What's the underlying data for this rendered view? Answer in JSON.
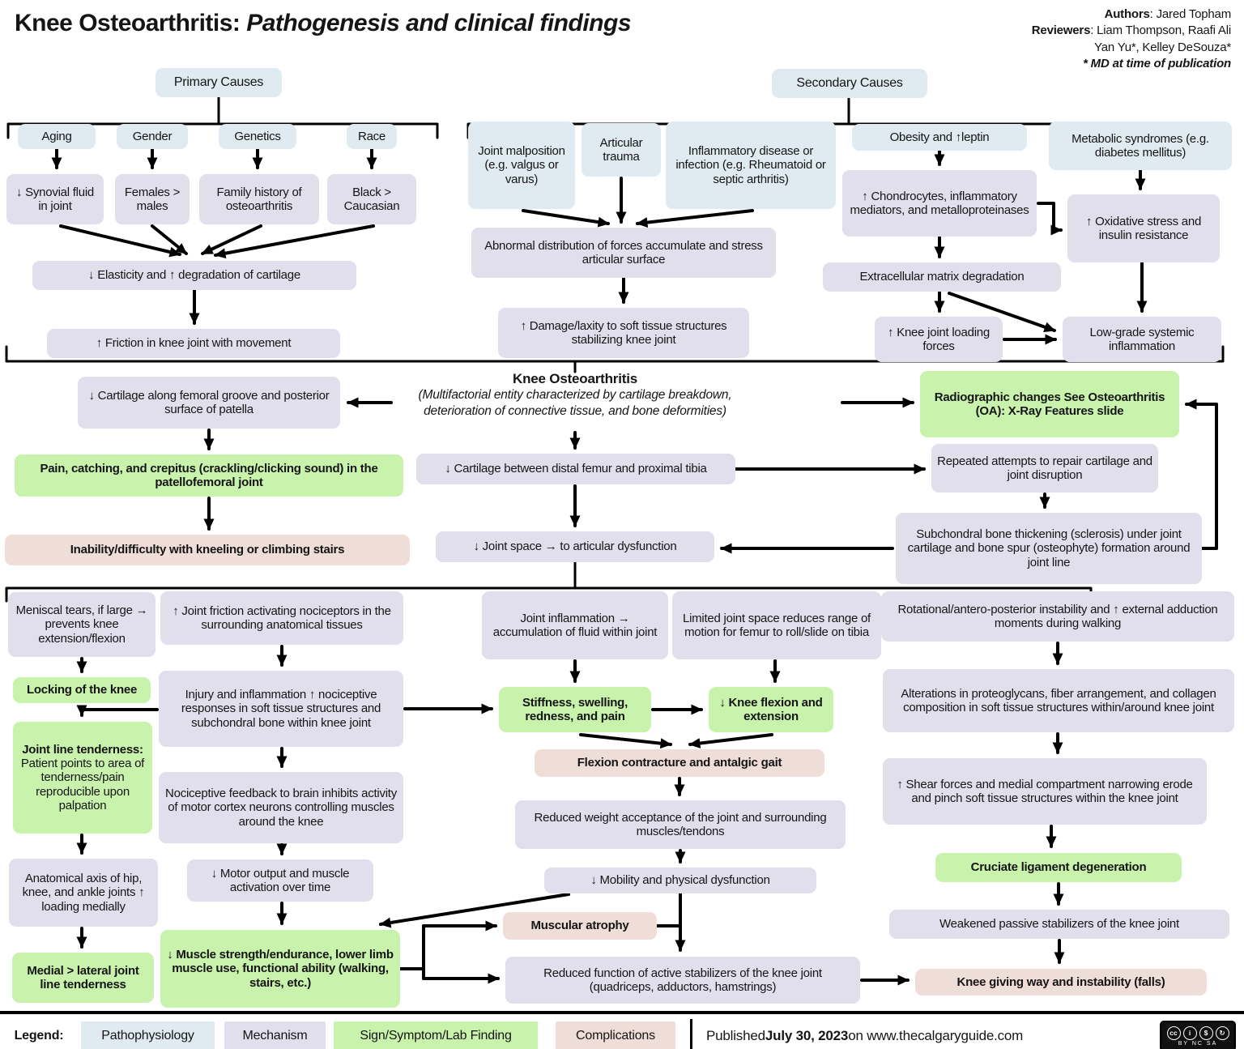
{
  "title": {
    "main": "Knee Osteoarthritis:",
    "sub": " Pathogenesis and clinical findings"
  },
  "credits": {
    "authors_label": "Authors",
    "authors_rest": ": Jared Topham",
    "reviewers_label": "Reviewers",
    "reviewers_rest": ": Liam Thompson, Raafi Ali",
    "reviewers_line2": "Yan Yu*, Kelley DeSouza*",
    "note": "* MD at time of publication"
  },
  "headers": {
    "primary": "Primary Causes",
    "secondary": "Secondary Causes"
  },
  "central": {
    "title": "Knee Osteoarthritis",
    "desc1": "(Multifactorial entity characterized by cartilage breakdown,",
    "desc2": "deterioration of connective tissue, and bone deformities)"
  },
  "nodes": {
    "aging": "Aging",
    "gender": "Gender",
    "genetics": "Genetics",
    "race": "Race",
    "synovial": "↓ Synovial fluid in joint",
    "females": "Females > males",
    "family_history": "Family history of osteoarthritis",
    "black_caucasian": "Black > Caucasian",
    "elasticity": "↓ Elasticity and ↑ degradation of cartilage",
    "friction": "↑ Friction in knee joint with movement",
    "joint_malposition": "Joint malposition (e.g. valgus or varus)",
    "articular_trauma": "Articular trauma",
    "inflammatory_disease": "Inflammatory disease or infection (e.g. Rheumatoid or septic arthritis)",
    "obesity": "Obesity and ↑leptin",
    "metabolic": "Metabolic syndromes (e.g. diabetes mellitus)",
    "chondrocytes": "↑ Chondrocytes, inflammatory mediators, and metalloproteinases",
    "oxidative": "↑ Oxidative stress and insulin resistance",
    "ecm_degradation": "Extracellular matrix degradation",
    "abnormal_forces": "Abnormal distribution of forces accumulate and stress articular surface",
    "damage_laxity": "↑ Damage/laxity to soft tissue structures stabilizing knee joint",
    "knee_loading": "↑ Knee joint loading forces",
    "low_grade": "Low-grade systemic inflammation",
    "cartilage_groove": "↓ Cartilage along femoral groove and posterior surface of patella",
    "radiographic": "Radiographic changes See Osteoarthritis (OA): X-Ray Features slide",
    "pain_crepitus": "Pain, catching, and crepitus (crackling/clicking sound) in the patellofemoral joint",
    "cartilage_femur_tibia": "↓ Cartilage between distal femur and proximal tibia",
    "repeated_attempts": "Repeated attempts to repair cartilage and joint disruption",
    "inability_stairs": "Inability/difficulty with kneeling or climbing stairs",
    "joint_space": "↓ Joint space → to articular dysfunction",
    "subchondral": "Subchondral bone thickening (sclerosis) under joint cartilage and bone spur (osteophyte) formation around joint line",
    "meniscal": "Meniscal tears, if large → prevents knee extension/flexion",
    "joint_friction": "↑ Joint friction activating nociceptors in the surrounding anatomical tissues",
    "joint_inflammation": "Joint inflammation → accumulation of fluid within joint",
    "limited_joint_space": "Limited joint space reduces range of motion for femur to roll/slide on tibia",
    "rotational": "Rotational/antero-posterior instability and ↑ external adduction moments during walking",
    "locking": "Locking of the knee",
    "injury_inflammation": "Injury and inflammation ↑ nociceptive responses in soft tissue structures and subchondral bone within knee joint",
    "stiffness": "Stiffness, swelling, redness, and pain",
    "knee_flexion": "↓ Knee flexion and extension",
    "alterations": "Alterations in proteoglycans, fiber arrangement, and collagen composition in soft tissue structures within/around knee joint",
    "joint_line_tenderness_head": "Joint line tenderness:",
    "joint_line_tenderness_body": "Patient points to area of tenderness/pain reproducible upon palpation",
    "nociceptive_feedback": "Nociceptive feedback to brain inhibits activity of motor cortex neurons controlling muscles around the knee",
    "flexion_contracture": "Flexion contracture and antalgic gait",
    "shear_forces": "↑ Shear forces and medial compartment narrowing erode and pinch soft tissue structures within the knee joint",
    "reduced_weight": "Reduced weight acceptance of the joint and surrounding muscles/tendons",
    "anatomical_axis": "Anatomical axis of hip, knee, and ankle joints ↑ loading medially",
    "motor_output": "↓ Motor output and muscle activation over time",
    "mobility": "↓ Mobility and physical dysfunction",
    "cruciate": "Cruciate ligament degeneration",
    "medial_lateral": "Medial > lateral joint line tenderness",
    "muscle_strength": "↓ Muscle strength/endurance, lower limb muscle use, functional ability (walking, stairs, etc.)",
    "muscular_atrophy": "Muscular atrophy",
    "reduced_function": "Reduced function of active stabilizers of the knee joint (quadriceps, adductors, hamstrings)",
    "weakened_passive": "Weakened passive stabilizers of the knee joint",
    "knee_giving_way": "Knee giving way and instability (falls)"
  },
  "legend": {
    "label": "Legend:",
    "items": [
      {
        "label": "Pathophysiology",
        "color": "#dfeaf1"
      },
      {
        "label": "Mechanism",
        "color": "#e2dfed"
      },
      {
        "label": "Sign/Symptom/Lab Finding",
        "color": "#c9f2ad"
      },
      {
        "label": "Complications",
        "color": "#efddd8"
      }
    ],
    "published_prefix": "Published ",
    "published_date": "July 30, 2023",
    "published_suffix": " on www.thecalgaryguide.com"
  },
  "license": {
    "cc": "cc",
    "by": "i",
    "nc": "$",
    "sa": "↻",
    "caption": "BY NC SA"
  }
}
